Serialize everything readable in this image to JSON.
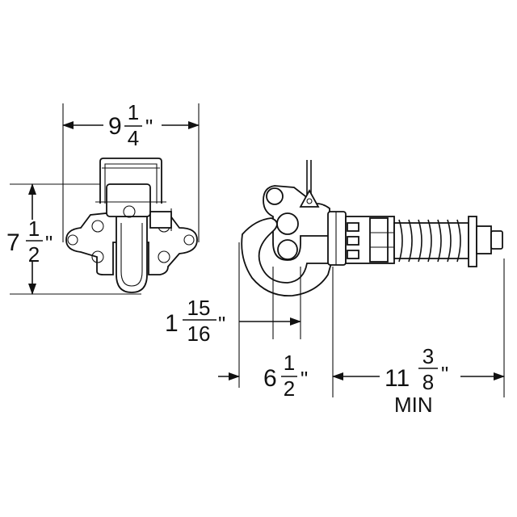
{
  "dimensions": {
    "width_top": {
      "whole": "9",
      "num": "1",
      "den": "4",
      "unit": "\""
    },
    "height_left": {
      "whole": "7",
      "num": "1",
      "den": "2",
      "unit": "\""
    },
    "jaw": {
      "whole": "1",
      "num": "15",
      "den": "16",
      "unit": "\""
    },
    "depth": {
      "whole": "6",
      "num": "1",
      "den": "2",
      "unit": "\""
    },
    "length": {
      "whole": "11",
      "num": "3",
      "den": "8",
      "unit": "\"",
      "qualifier": "MIN"
    }
  }
}
